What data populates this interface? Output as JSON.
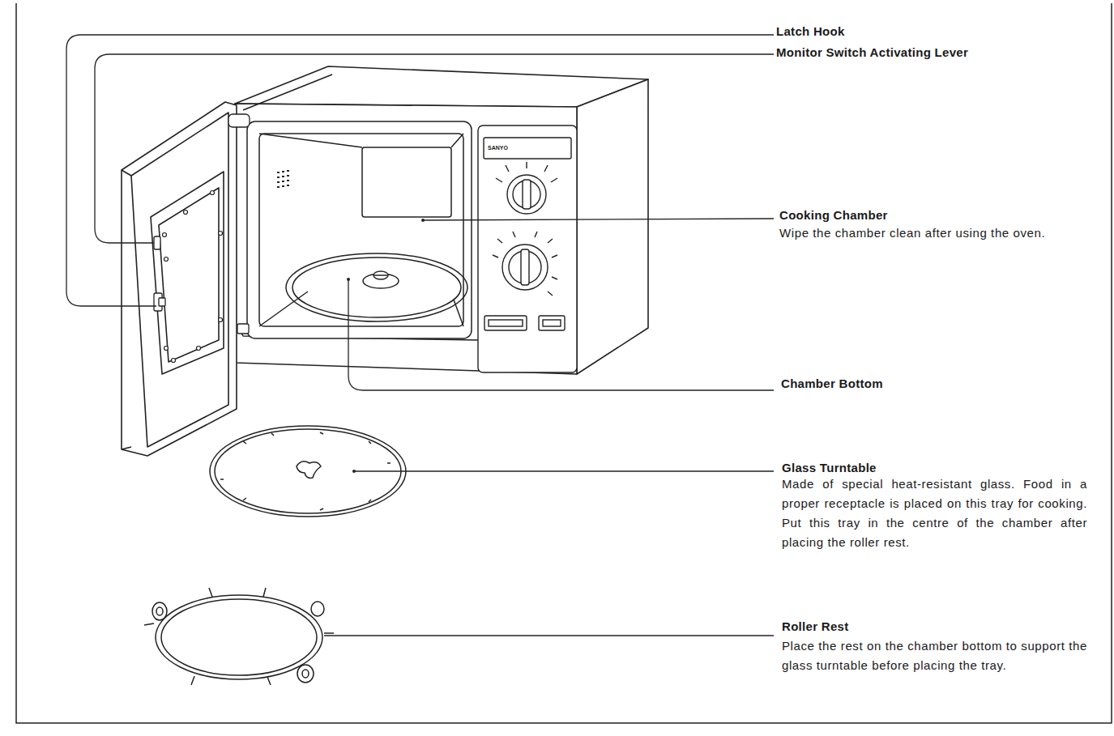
{
  "diagram": {
    "labels": [
      "Latch Hook",
      "Monitor Switch Activating Lever",
      "SANYO",
      "Cooking Chamber",
      "Wipe the chamber clean after using the oven.",
      "Chamber Bottom",
      "Glass Turntable",
      "Made of special heat-resistant glass. Food in a proper receptacle is placed on this tray for cooking. Put this tray in the centre of the chamber after placing the roller rest.",
      "Roller Rest",
      "Place the rest on the chamber bottom to support the glass turntable before placing the tray."
    ]
  }
}
